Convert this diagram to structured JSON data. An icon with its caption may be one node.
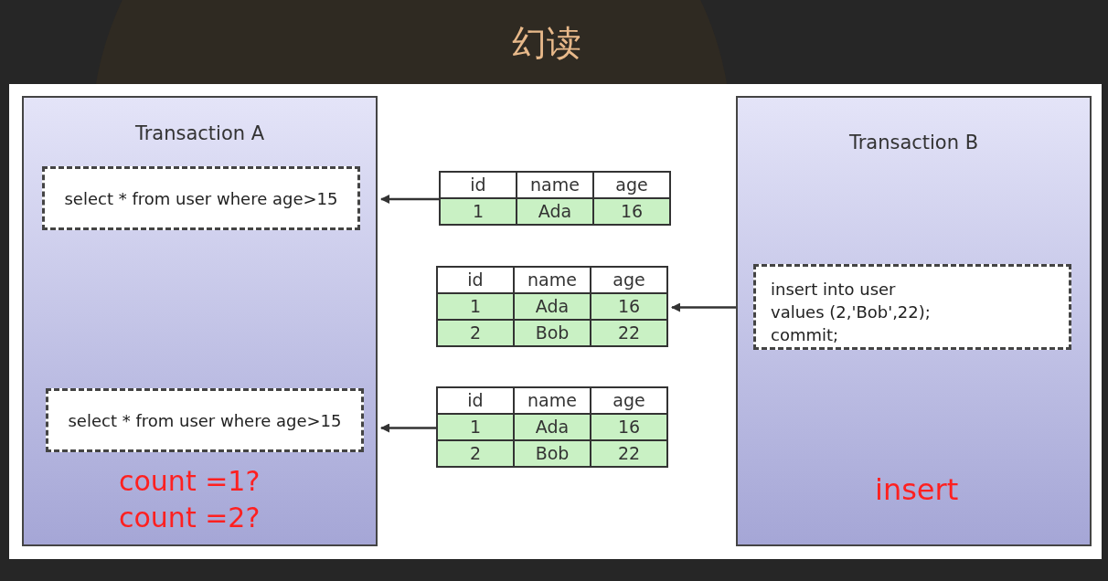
{
  "diagram": {
    "title": "幻读",
    "nodes": [
      {
        "text": [
          "Transaction A"
        ]
      },
      {
        "text": [
          "select * from user where age>15"
        ],
        "in": 0
      },
      {
        "text": [
          "select * from user where age>15"
        ],
        "in": 0
      },
      {
        "text": [
          "Transaction B"
        ]
      },
      {
        "text": [
          "insert into user values (2,'Bob',22); commit;"
        ],
        "in": 3
      },
      {
        "text": [
          "id",
          "name",
          "age",
          "1",
          "Ada",
          "16"
        ]
      },
      {
        "text": [
          "id",
          "name",
          "age",
          "1",
          "Ada",
          "16",
          "2",
          "Bob",
          "22"
        ]
      },
      {
        "text": [
          "id",
          "name",
          "age",
          "1",
          "Ada",
          "16",
          "2",
          "Bob",
          "22"
        ]
      }
    ],
    "edges": [
      {
        "from": 5,
        "to": 0,
        "arrow": "to"
      },
      {
        "from": 3,
        "to": 6,
        "arrow": "to"
      },
      {
        "from": 7,
        "to": 0,
        "arrow": "to"
      }
    ],
    "labels": [
      "count =1?",
      "count =2?",
      "insert"
    ]
  }
}
